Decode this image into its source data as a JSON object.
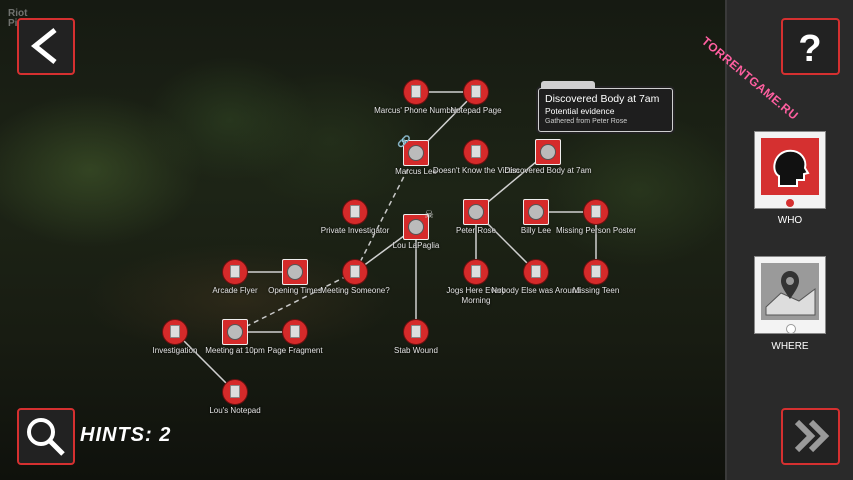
{
  "hints_label": "HINTS: 2",
  "logo": {
    "line1": "Riot",
    "line2": "Pixels"
  },
  "watermark": "TORRENTGAME.RU",
  "sidebar": {
    "who_label": "WHO",
    "where_label": "WHERE"
  },
  "tooltip": {
    "title": "Discovered Body at 7am",
    "subtitle": "Potential evidence",
    "note": "Gathered from Peter Rose"
  },
  "clues": {
    "marcus_phone": "Marcus' Phone Number",
    "notepad_page": "Notepad Page",
    "marcus_lee": "Marcus Lee",
    "doesnt_know": "Doesn't Know the Victim",
    "discovered_body": "Discovered Body at 7am",
    "private_investigator": "Private Investigator",
    "lou_lapaglia": "Lou LaPaglia",
    "peter_rose": "Peter Rose",
    "billy_lee": "Billy Lee",
    "missing_poster": "Missing Person Poster",
    "arcade_flyer": "Arcade Flyer",
    "opening_times": "Opening Times",
    "meeting_someone": "Meeting Someone?",
    "jogs_here": "Jogs Here Every Morning",
    "nobody_else": "Nobody Else was Around",
    "missing_teen": "Missing Teen",
    "investigation": "Investigation",
    "meeting_10pm": "Meeting at 10pm",
    "page_fragment": "Page Fragment",
    "stab_wound": "Stab Wound",
    "lous_notepad": "Lou's Notepad"
  },
  "colors": {
    "accent": "#d53030",
    "sidebar_bg": "#2a2a2a",
    "tooltip_bg": "#1e1e1e"
  }
}
